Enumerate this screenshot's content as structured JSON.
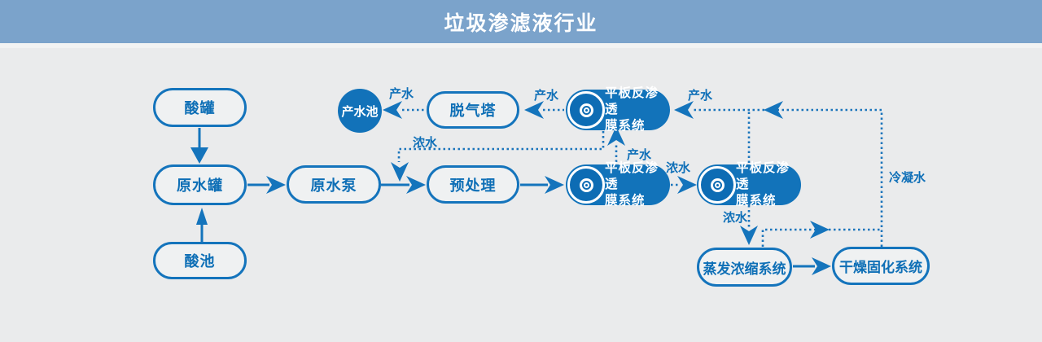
{
  "header": {
    "title": "垃圾渗滤液行业"
  },
  "nodes": {
    "acid_tank": "酸罐",
    "raw_water_tank": "原水罐",
    "acid_pool": "酸池",
    "raw_water_pump": "原水泵",
    "product_water_pool": "产水池",
    "degassing_tower": "脱气塔",
    "pretreatment": "预处理",
    "ro_membrane_line1": "平板反渗透",
    "ro_membrane_line2": "膜系统",
    "evaporation_system": "蒸发浓缩系统",
    "drying_system": "干燥固化系统"
  },
  "flow_labels": {
    "product_water": "产水",
    "concentrated_water": "浓水",
    "condensate_water": "冷凝水"
  },
  "colors": {
    "primary_blue": "#1070b8",
    "node_fill_blue": "#1273ba",
    "header_bg": "#7ba3cb",
    "canvas_bg": "#eaebec"
  }
}
